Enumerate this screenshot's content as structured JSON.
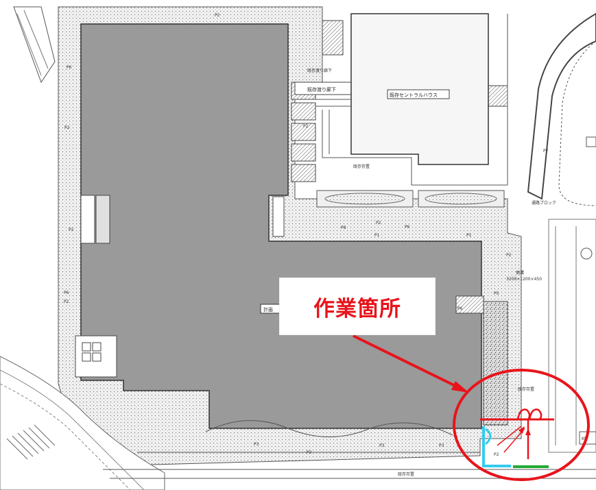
{
  "callout": {
    "text": "作業箇所",
    "color": "#e8141b"
  },
  "labels": {
    "existing_corridor": "既存渡り廊下",
    "existing_corridor_top": "既存渡り廊下",
    "central_house": "既存セントラルハウス",
    "plan_building": "計画",
    "existing_parking": "既存存置",
    "existing_parking_bottom": "既存存置",
    "existing_parking_right": "既存存置",
    "block": "通路ブロック",
    "drain": "側溝",
    "drain_size": "3200×1200×450"
  },
  "paving_codes": [
    "P1",
    "P2",
    "P3",
    "P4",
    "P5",
    "P6",
    "P7",
    "P8"
  ],
  "right_box_label": "KB",
  "colors": {
    "building_fill": "#9a9a9a",
    "pavement_dot": "#d6d6d6",
    "highlight_red": "#e8141b",
    "cyan_line": "#33ccee",
    "green_line": "#22aa33"
  }
}
